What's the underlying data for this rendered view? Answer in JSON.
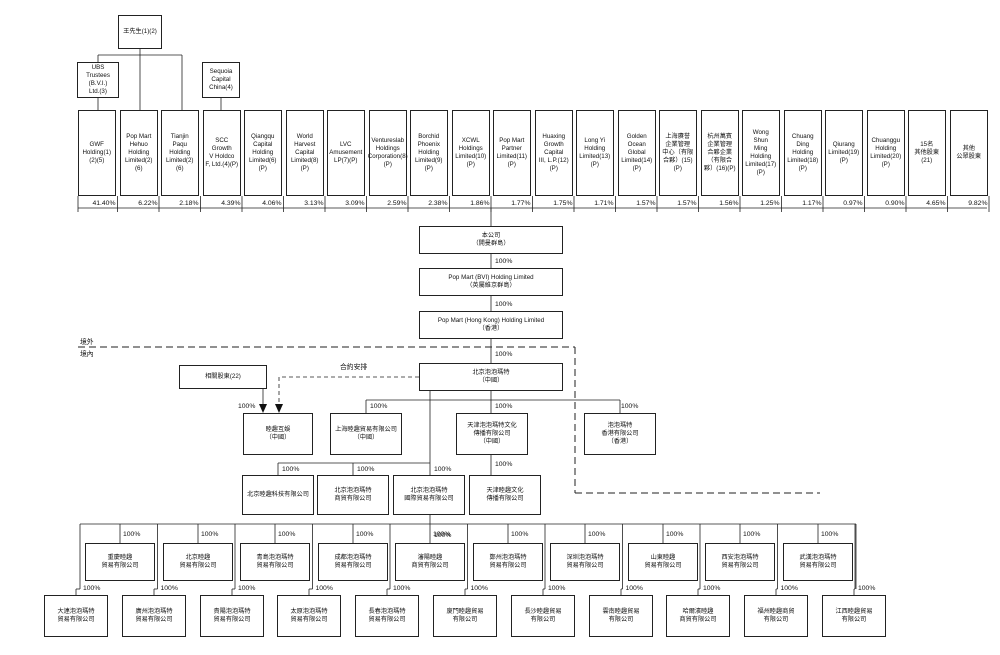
{
  "founder": "王先生(1)(2)",
  "ubs": "UBS\nTrustees\n(B.V.I.)\nLtd.(3)",
  "sequoia": "Sequoia\nCapital\nChina(4)",
  "shareholders": [
    {
      "name": "GWF\nHolding(1)(2)(5)",
      "pct": "41.40%"
    },
    {
      "name": "Pop Mart\nHehuo\nHolding\nLimited(2)(6)",
      "pct": "6.22%"
    },
    {
      "name": "Tianjin\nPaqu\nHolding\nLimited(2)(6)",
      "pct": "2.18%"
    },
    {
      "name": "SCC\nGrowth\nV Holdco\nF, Ltd.(4)(P)",
      "pct": "4.39%"
    },
    {
      "name": "Qiangqu\nCapital\nHolding\nLimited(6)(P)",
      "pct": "4.06%"
    },
    {
      "name": "World\nHarvest\nCapital\nLimited(8)(P)",
      "pct": "3.13%"
    },
    {
      "name": "LVC\nAmusement\nLP(7)(P)",
      "pct": "3.09%"
    },
    {
      "name": "Ventureslab\nHoldings\nCorporation(8)(P)",
      "pct": "2.59%"
    },
    {
      "name": "Borchid\nPhoenix\nHolding\nLimited(9)(P)",
      "pct": "2.38%"
    },
    {
      "name": "XCWL\nHoldings\nLimited(10)(P)",
      "pct": "1.86%"
    },
    {
      "name": "Pop Mart\nPartner\nLimited(11)(P)",
      "pct": "1.77%"
    },
    {
      "name": "Huaxing\nGrowth\nCapital\nIII, L.P.(12)(P)",
      "pct": "1.75%"
    },
    {
      "name": "Long Yi\nHolding\nLimited(13)(P)",
      "pct": "1.71%"
    },
    {
      "name": "Golden\nOcean\nGlobal\nLimited(14)(P)",
      "pct": "1.57%"
    },
    {
      "name": "上海赓誉\n企業管理\n中心（有限\n合夥）(15)(P)",
      "pct": "1.57%"
    },
    {
      "name": "杭州萬賓\n企業管理\n合夥企業\n（有限合\n夥）(16)(P)",
      "pct": "1.56%"
    },
    {
      "name": "Wong\nShun\nMing\nHolding\nLimited(17)(P)",
      "pct": "1.25%"
    },
    {
      "name": "Chuang\nDing\nHolding\nLimited(18)(P)",
      "pct": "1.17%"
    },
    {
      "name": "Qiurang\nLimited(19)(P)",
      "pct": "0.97%"
    },
    {
      "name": "Chuanggu\nHolding\nLimited(20)(P)",
      "pct": "0.90%"
    },
    {
      "name": "15名\n其他股東(21)",
      "pct": "4.65%"
    },
    {
      "name": "其他\n公眾股東",
      "pct": "9.82%"
    }
  ],
  "company": "本公司\n（開曼群島）",
  "bvi": "Pop Mart (BVI) Holding Limited\n（英屬維京群島）",
  "hk": "Pop Mart (Hong Kong) Holding Limited\n（香港）",
  "offshore": "境外",
  "onshore": "境內",
  "beijing_popmart": "北京泡泡瑪特\n（中國）",
  "related_holders": "相關股東(22)",
  "contract": "合約安排",
  "yiqu": "睦趣互娛\n（中國）",
  "shanghai": "上海睦趣貿易有限公司\n（中國）",
  "tianjin_culture": "天津泡泡瑪特文化\n傳播有限公司\n（中國）",
  "hk_sub": "泡泡瑪特\n香港有限公司\n（香港）",
  "beijing_tech": "北京睦趣科技有限公司",
  "beijing_commerce": "北京泡泡瑪特\n商貿有限公司",
  "beijing_intl": "北京泡泡瑪特\n國際貿易有限公司",
  "tianjin_media": "天津睦趣文化\n傳播有限公司",
  "row1": [
    "重慶睦趣\n貿易有限公司",
    "北京睦趣\n貿易有限公司",
    "青島泡泡瑪特\n貿易有限公司",
    "成都泡泡瑪特\n貿易有限公司",
    "瀋陽睦趣\n商貿有限公司",
    "鄭州泡泡瑪特\n貿易有限公司",
    "深圳泡泡瑪特\n貿易有限公司",
    "山東睦趣\n貿易有限公司",
    "西安泡泡瑪特\n貿易有限公司",
    "武漢泡泡瑪特\n貿易有限公司"
  ],
  "row2": [
    "大連泡泡瑪特\n貿易有限公司",
    "廣州泡泡瑪特\n貿易有限公司",
    "貴陽泡泡瑪特\n貿易有限公司",
    "太原泡泡瑪特\n貿易有限公司",
    "長春泡泡瑪特\n貿易有限公司",
    "廈門睦趣貿易\n有限公司",
    "長沙睦趣貿易\n有限公司",
    "雲南睦趣貿易\n有限公司",
    "哈爾濱睦趣\n商貿有限公司",
    "福州睦趣商貿\n有限公司",
    "江西睦趣貿易\n有限公司"
  ],
  "p100": "100%"
}
